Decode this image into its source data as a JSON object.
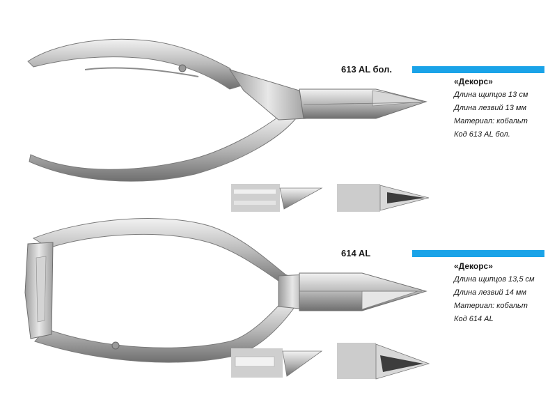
{
  "products": [
    {
      "code": "613 AL бол.",
      "name": "«Декорс»",
      "specs": [
        "Длина щипцов 13 см",
        "Длина лезвий 13 мм",
        "Материал: кобальт",
        "Код 613 AL бол."
      ]
    },
    {
      "code": "614 AL",
      "name": "«Декорс»",
      "specs": [
        "Длина щипцов 13,5 см",
        "Длина лезвий 14 мм",
        "Материал: кобальт",
        "Код 614 AL"
      ]
    }
  ],
  "colors": {
    "accent_bar": "#1aa3e8",
    "steel_light": "#e6e6e6",
    "steel_mid": "#b4b4b4",
    "steel_dark": "#7c7c7c"
  },
  "icons": [
    "nail-nipper-image",
    "blade-side-view-image",
    "blade-top-view-image"
  ]
}
